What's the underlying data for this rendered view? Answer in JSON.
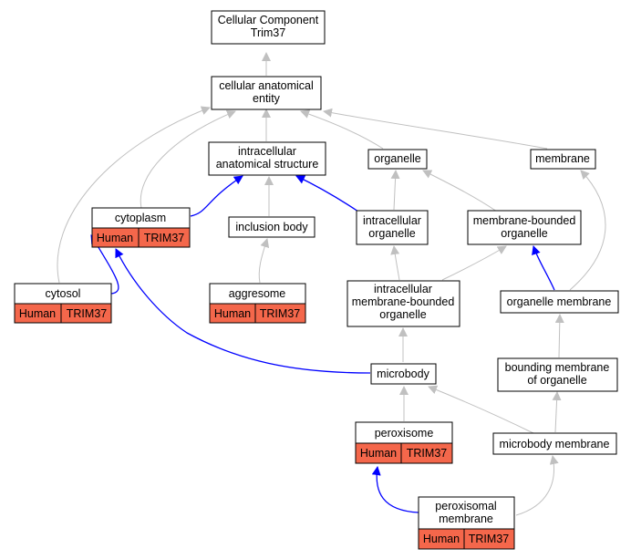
{
  "colors": {
    "is_a_edge": "#c0c0c0",
    "part_of_edge": "#0000ff",
    "node_border": "#000000",
    "node_fill": "#ffffff",
    "annotation_fill": "#f4674b"
  },
  "nodes": {
    "root": {
      "lines": [
        "Cellular Component",
        "Trim37"
      ]
    },
    "cae": {
      "lines": [
        "cellular anatomical",
        "entity"
      ]
    },
    "ias": {
      "lines": [
        "intracellular",
        "anatomical structure"
      ]
    },
    "organelle": {
      "lines": [
        "organelle"
      ]
    },
    "membrane": {
      "lines": [
        "membrane"
      ]
    },
    "cytoplasm": {
      "lines": [
        "cytoplasm"
      ],
      "annotation": [
        "Human",
        "TRIM37"
      ]
    },
    "inclusion": {
      "lines": [
        "inclusion body"
      ]
    },
    "intra_org": {
      "lines": [
        "intracellular",
        "organelle"
      ]
    },
    "mb_org": {
      "lines": [
        "membrane-bounded",
        "organelle"
      ]
    },
    "cytosol": {
      "lines": [
        "cytosol"
      ],
      "annotation": [
        "Human",
        "TRIM37"
      ]
    },
    "aggresome": {
      "lines": [
        "aggresome"
      ],
      "annotation": [
        "Human",
        "TRIM37"
      ]
    },
    "intra_mb_org": {
      "lines": [
        "intracellular",
        "membrane-bounded",
        "organelle"
      ]
    },
    "org_membrane": {
      "lines": [
        "organelle membrane"
      ]
    },
    "microbody": {
      "lines": [
        "microbody"
      ]
    },
    "bounding": {
      "lines": [
        "bounding membrane",
        "of organelle"
      ]
    },
    "peroxisome": {
      "lines": [
        "peroxisome"
      ],
      "annotation": [
        "Human",
        "TRIM37"
      ]
    },
    "mb_membrane": {
      "lines": [
        "microbody membrane"
      ]
    },
    "perox_membrane": {
      "lines": [
        "peroxisomal",
        "membrane"
      ],
      "annotation": [
        "Human",
        "TRIM37"
      ]
    }
  }
}
